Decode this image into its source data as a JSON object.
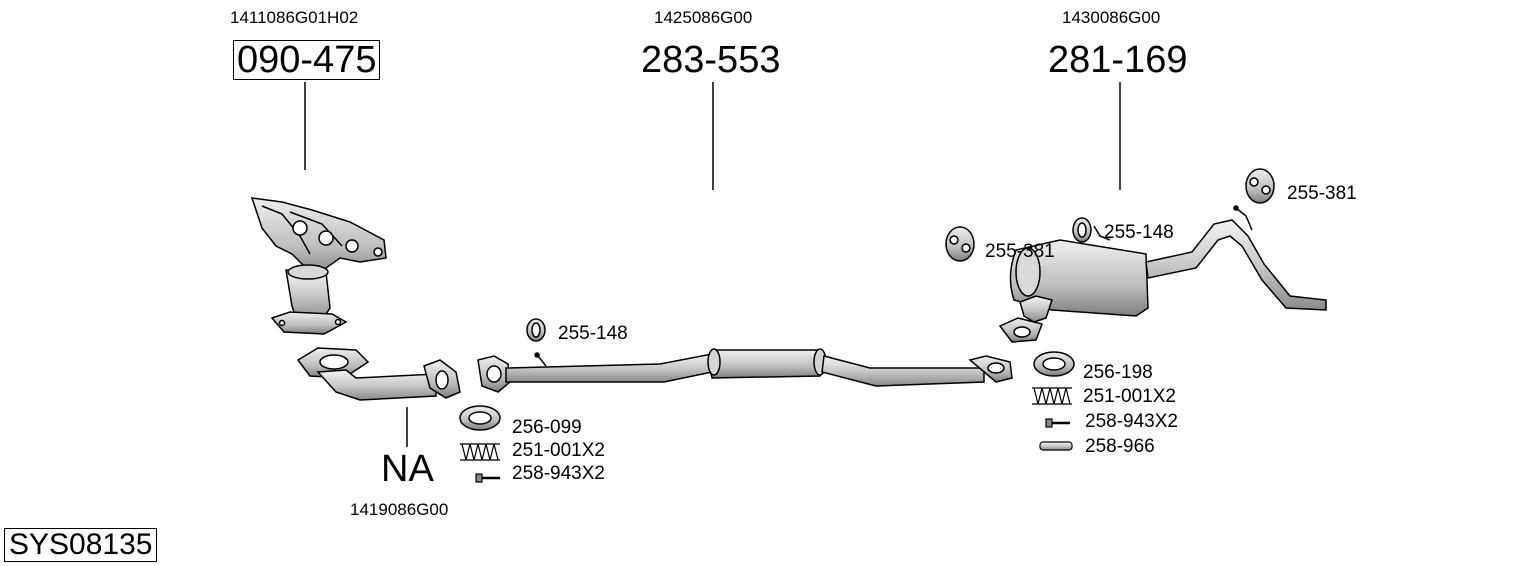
{
  "diagram_id": "SYS08135",
  "groups": {
    "manifold": {
      "oe_number": "1411086G01H02",
      "part_number": "090-475"
    },
    "front_pipe": {
      "oe_number": "1419086G00",
      "part_number": "NA"
    },
    "middle_pipe": {
      "oe_number": "1425086G00",
      "part_number": "283-553"
    },
    "rear_silencer": {
      "oe_number": "1430086G00",
      "part_number": "281-169"
    }
  },
  "accessories": {
    "front": [
      "256-099",
      "251-001X2",
      "258-943X2"
    ],
    "middle_ring": "255-148",
    "rear_left": [
      "256-198",
      "251-001X2",
      "258-943X2",
      "258-966"
    ],
    "rear_hanger_a": "255-381",
    "rear_ring": "255-148",
    "rear_hanger_b": "255-381"
  }
}
